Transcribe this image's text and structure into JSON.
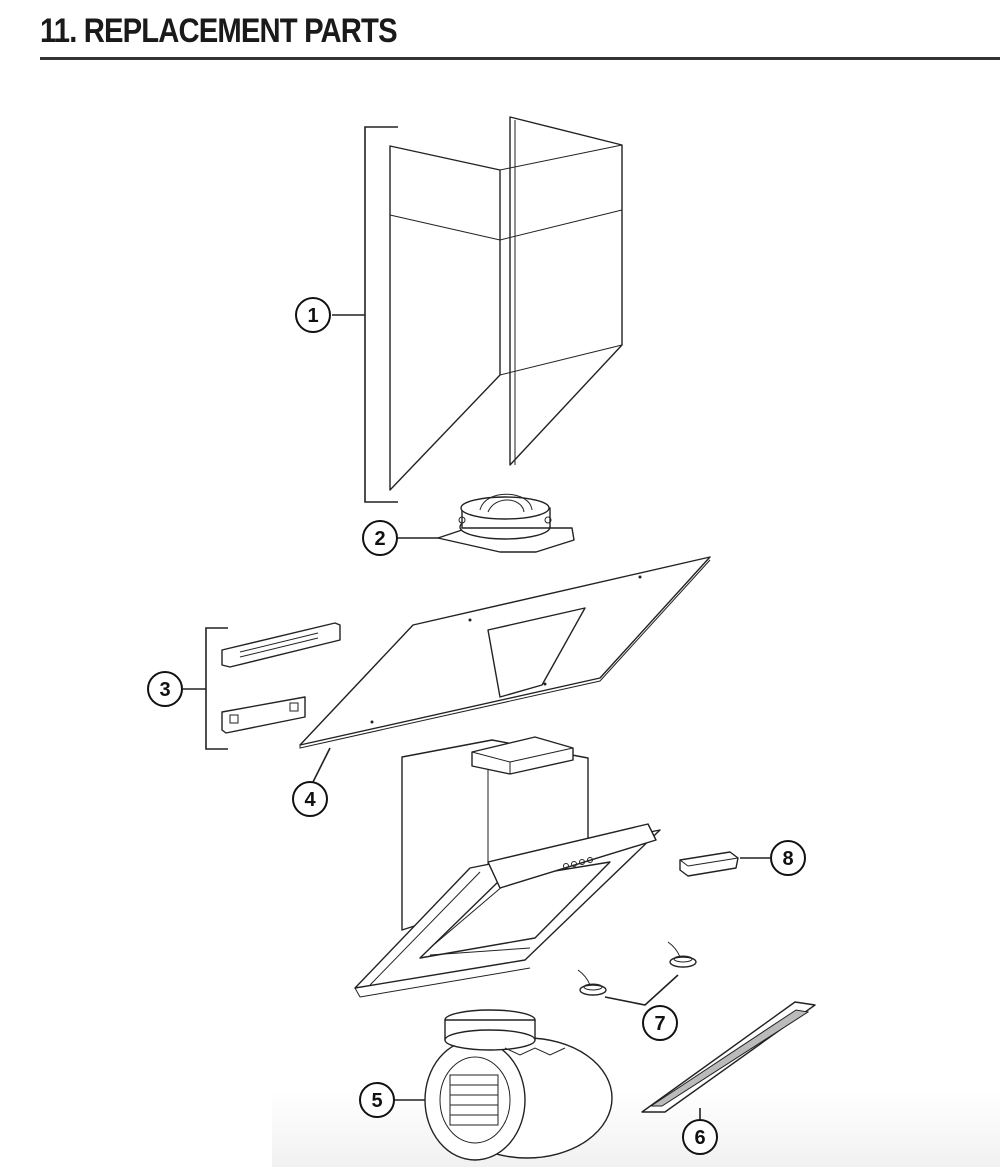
{
  "header": {
    "title": "11. REPLACEMENT PARTS"
  },
  "callouts": [
    {
      "id": "1",
      "label": "1"
    },
    {
      "id": "2",
      "label": "2"
    },
    {
      "id": "3",
      "label": "3"
    },
    {
      "id": "4",
      "label": "4"
    },
    {
      "id": "5",
      "label": "5"
    },
    {
      "id": "6",
      "label": "6"
    },
    {
      "id": "7",
      "label": "7"
    },
    {
      "id": "8",
      "label": "8"
    }
  ]
}
